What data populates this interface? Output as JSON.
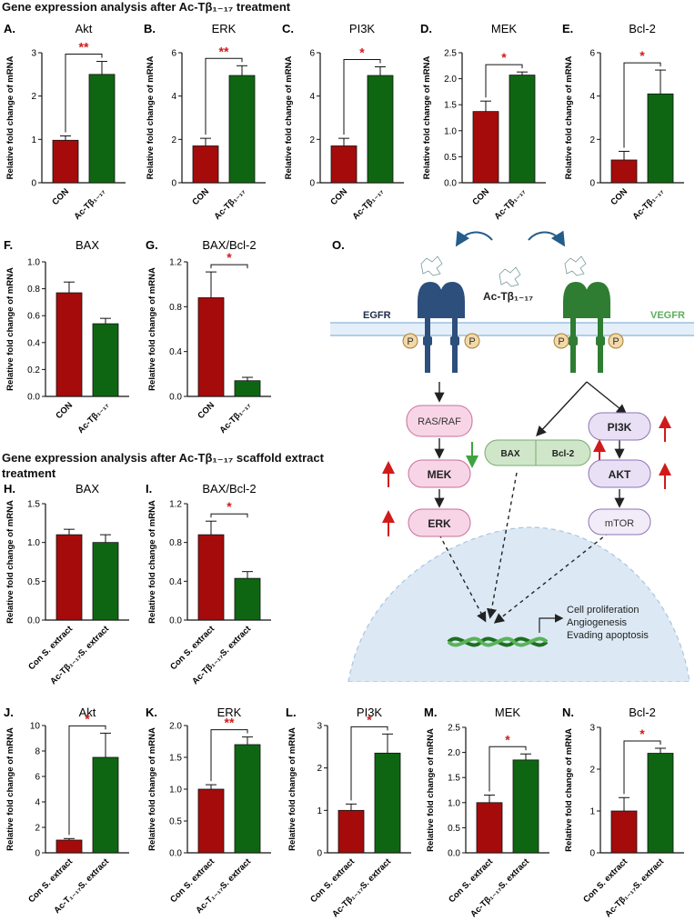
{
  "titles": {
    "section1": "Gene expression analysis after Ac-Tβ₁₋₁₇ treatment",
    "section2_line1": "Gene expression analysis after Ac-Tβ₁₋₁₇ scaffold extract",
    "section2_line2": "treatment"
  },
  "colors": {
    "con": "#a50b0b",
    "treat": "#0f6612",
    "sig": "#d11a1a",
    "axis": "#111111"
  },
  "chart_data": [
    {
      "id": "A",
      "letter": "A.",
      "title": "Akt",
      "type": "bar",
      "ylabel": "Relative  fold change of mRNA",
      "ylim": [
        0,
        3
      ],
      "yticks": [
        "0",
        "1",
        "2",
        "3"
      ],
      "yvals": [
        0,
        1,
        2,
        3
      ],
      "categories": [
        "CON",
        "Ac-Tβ₁₋₁₇"
      ],
      "values": [
        0.98,
        2.5
      ],
      "errors": [
        0.1,
        0.3
      ],
      "sig": "**"
    },
    {
      "id": "B",
      "letter": "B.",
      "title": "ERK",
      "type": "bar",
      "ylabel": "Relative  fold change of mRNA",
      "ylim": [
        0,
        6
      ],
      "yticks": [
        "0",
        "2",
        "4",
        "6"
      ],
      "yvals": [
        0,
        2,
        4,
        6
      ],
      "categories": [
        "CON",
        "Ac-Tβ₁₋₁₇"
      ],
      "values": [
        1.7,
        4.95
      ],
      "errors": [
        0.35,
        0.45
      ],
      "sig": "**"
    },
    {
      "id": "C",
      "letter": "C.",
      "title": "PI3K",
      "type": "bar",
      "ylabel": "Relative  fold change of mRNA",
      "ylim": [
        0,
        6
      ],
      "yticks": [
        "0",
        "2",
        "4",
        "6"
      ],
      "yvals": [
        0,
        2,
        4,
        6
      ],
      "categories": [
        "CON",
        "Ac-Tβ₁₋₁₇"
      ],
      "values": [
        1.7,
        4.95
      ],
      "errors": [
        0.35,
        0.4
      ],
      "sig": "*"
    },
    {
      "id": "D",
      "letter": "D.",
      "title": "MEK",
      "type": "bar",
      "ylabel": "Relative  fold change of mRNA",
      "ylim": [
        0,
        2.5
      ],
      "yticks": [
        "0.0",
        "0.5",
        "1.0",
        "1.5",
        "2.0",
        "2.5"
      ],
      "yvals": [
        0,
        0.5,
        1,
        1.5,
        2,
        2.5
      ],
      "categories": [
        "CON",
        "Ac-Tβ₁₋₁₇"
      ],
      "values": [
        1.37,
        2.07
      ],
      "errors": [
        0.2,
        0.06
      ],
      "sig": "*"
    },
    {
      "id": "E",
      "letter": "E.",
      "title": "Bcl-2",
      "type": "bar",
      "ylabel": "Relative  fold change of mRNA",
      "ylim": [
        0,
        6
      ],
      "yticks": [
        "0",
        "2",
        "4",
        "6"
      ],
      "yvals": [
        0,
        2,
        4,
        6
      ],
      "categories": [
        "CON",
        "Ac-Tβ₁₋₁₇"
      ],
      "values": [
        1.05,
        4.1
      ],
      "errors": [
        0.4,
        1.1
      ],
      "sig": "*"
    },
    {
      "id": "F",
      "letter": "F.",
      "title": "BAX",
      "type": "bar",
      "ylabel": "Relative  fold change of mRNA",
      "ylim": [
        0,
        1.0
      ],
      "yticks": [
        "0.0",
        "0.2",
        "0.4",
        "0.6",
        "0.8",
        "1.0"
      ],
      "yvals": [
        0,
        0.2,
        0.4,
        0.6,
        0.8,
        1.0
      ],
      "categories": [
        "CON",
        "Ac-Tβ₁₋₁₇"
      ],
      "values": [
        0.77,
        0.54
      ],
      "errors": [
        0.08,
        0.04
      ],
      "sig": ""
    },
    {
      "id": "G",
      "letter": "G.",
      "title": "BAX/Bcl-2",
      "type": "bar",
      "ylabel": "Relative  fold change of mRNA",
      "ylim": [
        0,
        1.2
      ],
      "yticks": [
        "0.0",
        "0.4",
        "0.8",
        "1.2"
      ],
      "yvals": [
        0,
        0.4,
        0.8,
        1.2
      ],
      "categories": [
        "CON",
        "Ac-Tβ₁₋₁₇"
      ],
      "values": [
        0.88,
        0.14
      ],
      "errors": [
        0.23,
        0.03
      ],
      "sig": "*"
    },
    {
      "id": "H",
      "letter": "H.",
      "title": "BAX",
      "type": "bar",
      "ylabel": "Relative fold change of mRNA",
      "ylim": [
        0,
        1.5
      ],
      "yticks": [
        "0.0",
        "0.5",
        "1.0",
        "1.5"
      ],
      "yvals": [
        0,
        0.5,
        1,
        1.5
      ],
      "categories": [
        "Con S. extract",
        "Ac-Tβ₁₋₁₇S. extract"
      ],
      "values": [
        1.1,
        1.0
      ],
      "errors": [
        0.07,
        0.1
      ],
      "sig": ""
    },
    {
      "id": "I",
      "letter": "I.",
      "title": "BAX/Bcl-2",
      "type": "bar",
      "ylabel": "Relative fold change of mRNA",
      "ylim": [
        0,
        1.2
      ],
      "yticks": [
        "0.0",
        "0.4",
        "0.8",
        "1.2"
      ],
      "yvals": [
        0,
        0.4,
        0.8,
        1.2
      ],
      "categories": [
        "Con S. extract",
        "Ac-Tβ₁₋₁₇S. extract"
      ],
      "values": [
        0.88,
        0.43
      ],
      "errors": [
        0.14,
        0.07
      ],
      "sig": "*"
    },
    {
      "id": "J",
      "letter": "J.",
      "title": "Akt",
      "type": "bar",
      "ylabel": "Relative  fold change of mRNA",
      "ylim": [
        0,
        10
      ],
      "yticks": [
        "0",
        "2",
        "4",
        "6",
        "8",
        "10"
      ],
      "yvals": [
        0,
        2,
        4,
        6,
        8,
        10
      ],
      "categories": [
        "Con S. extract",
        "Ac-T₁₋₁₇S. extract"
      ],
      "values": [
        1.0,
        7.5
      ],
      "errors": [
        0.12,
        1.9
      ],
      "sig": "*"
    },
    {
      "id": "K",
      "letter": "K.",
      "title": "ERK",
      "type": "bar",
      "ylabel": "Relative fold change of mRNA",
      "ylim": [
        0,
        2.0
      ],
      "yticks": [
        "0.0",
        "0.5",
        "1.0",
        "1.5",
        "2.0"
      ],
      "yvals": [
        0,
        0.5,
        1,
        1.5,
        2
      ],
      "categories": [
        "Con S. extract",
        "Ac-T₁₋₁₇S. extract"
      ],
      "values": [
        1.0,
        1.7
      ],
      "errors": [
        0.07,
        0.12
      ],
      "sig": "**"
    },
    {
      "id": "L",
      "letter": "L.",
      "title": "PI3K",
      "type": "bar",
      "ylabel": "Relative fold change of mRNA",
      "ylim": [
        0,
        3
      ],
      "yticks": [
        "0",
        "1",
        "2",
        "3"
      ],
      "yvals": [
        0,
        1,
        2,
        3
      ],
      "categories": [
        "Con S. extract",
        "Ac-Tβ₁₋₁₇S. extract"
      ],
      "values": [
        1.0,
        2.35
      ],
      "errors": [
        0.15,
        0.45
      ],
      "sig": "*"
    },
    {
      "id": "M",
      "letter": "M.",
      "title": "MEK",
      "type": "bar",
      "ylabel": "Relative  fold change of mRNA",
      "ylim": [
        0,
        2.5
      ],
      "yticks": [
        "0.0",
        "0.5",
        "1.0",
        "1.5",
        "2.0",
        "2.5"
      ],
      "yvals": [
        0,
        0.5,
        1,
        1.5,
        2,
        2.5
      ],
      "categories": [
        "Con S. extract",
        "Ac-Tβ₁₋₁₇S. extract"
      ],
      "values": [
        1.0,
        1.85
      ],
      "errors": [
        0.15,
        0.12
      ],
      "sig": "*"
    },
    {
      "id": "N",
      "letter": "N.",
      "title": "Bcl-2",
      "type": "bar",
      "ylabel": "Relative  fold change of mRNA",
      "ylim": [
        0,
        3
      ],
      "yticks": [
        "0",
        "1",
        "2",
        "3"
      ],
      "yvals": [
        0,
        1,
        2,
        3
      ],
      "categories": [
        "Con S. extract",
        "Ac-Tβ₁₋₁₇S. extract"
      ],
      "values": [
        1.0,
        2.38
      ],
      "errors": [
        0.32,
        0.12
      ],
      "sig": "*"
    }
  ],
  "diagram": {
    "letter": "O.",
    "ligand": "Ac-Tβ₁₋₁₇",
    "egfr": "EGFR",
    "vegfr": "VEGFR",
    "p": "P",
    "ras": "RAS/RAF",
    "mek": "MEK",
    "erk": "ERK",
    "bax": "BAX",
    "bcl2": "Bcl-2",
    "pi3k": "PI3K",
    "akt": "AKT",
    "mtor": "mTOR",
    "outcome1": "Cell proliferation",
    "outcome2": "Angiogenesis",
    "outcome3": "Evading apoptosis"
  }
}
